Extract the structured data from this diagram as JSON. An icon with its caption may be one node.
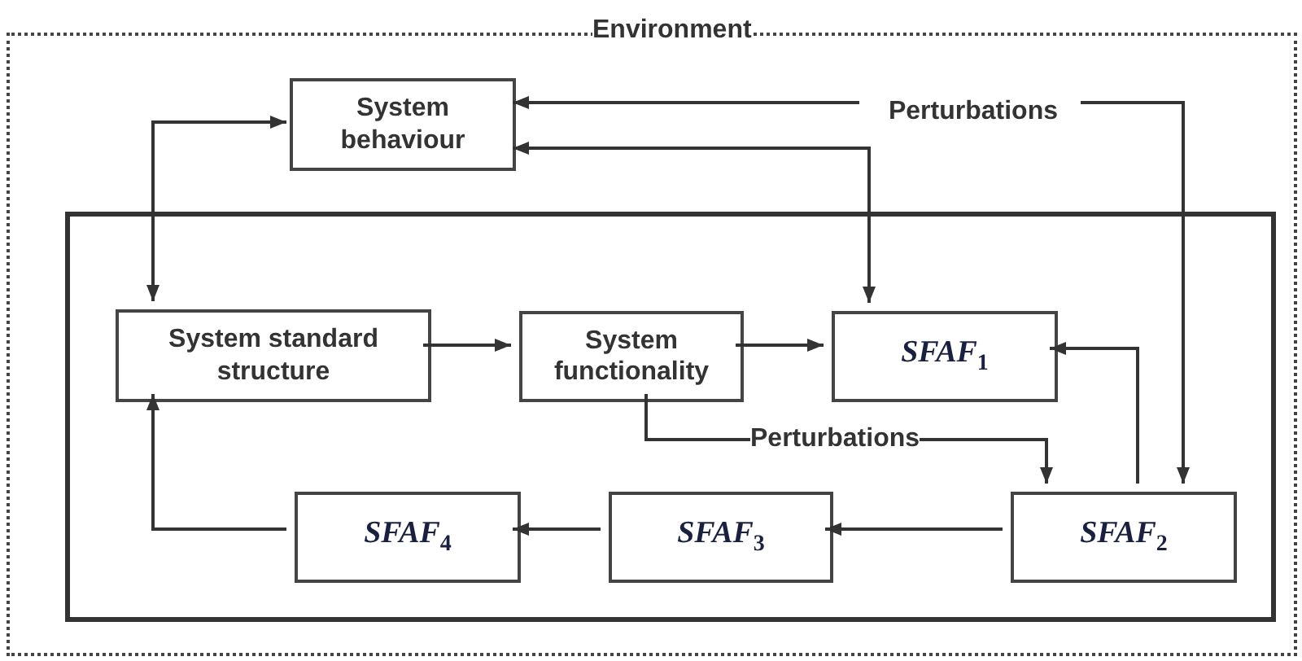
{
  "diagram": {
    "nodes": [
      {
        "text": [
          "Environment"
        ]
      },
      {
        "text": [
          "System behaviour"
        ],
        "in": 0
      },
      {
        "text": [
          "Perturbations"
        ],
        "in": 0
      },
      {
        "text": [],
        "shape": "box",
        "in": 0
      },
      {
        "text": [
          "System standard structure"
        ],
        "in": 3
      },
      {
        "text": [
          "System functionality"
        ],
        "in": 3
      },
      {
        "text": [
          "SFAF$_{1}$"
        ],
        "in": 3
      },
      {
        "text": [
          "SFAF$_{4}$"
        ],
        "in": 3
      },
      {
        "text": [
          "SFAF$_{3}$"
        ],
        "in": 3
      },
      {
        "text": [
          "SFAF$_{2}$"
        ],
        "in": 3
      }
    ],
    "edges": [
      {
        "from": 1,
        "to": 4,
        "arrow": "both"
      },
      {
        "from": 1,
        "to": 6,
        "arrow": "both"
      },
      {
        "from": 2,
        "to": 1,
        "arrow": "to"
      },
      {
        "from": 2,
        "to": 9,
        "arrow": "to"
      },
      {
        "from": 4,
        "to": 5,
        "arrow": "to"
      },
      {
        "from": 5,
        "to": 6,
        "arrow": "to"
      },
      {
        "from": 5,
        "to": 9,
        "label": "Perturbations",
        "arrow": "to"
      },
      {
        "from": 9,
        "to": 6,
        "arrow": "to"
      },
      {
        "from": 9,
        "to": 8,
        "arrow": "to"
      },
      {
        "from": 8,
        "to": 7,
        "arrow": "to"
      },
      {
        "from": 7,
        "to": 4,
        "arrow": "to"
      }
    ]
  }
}
